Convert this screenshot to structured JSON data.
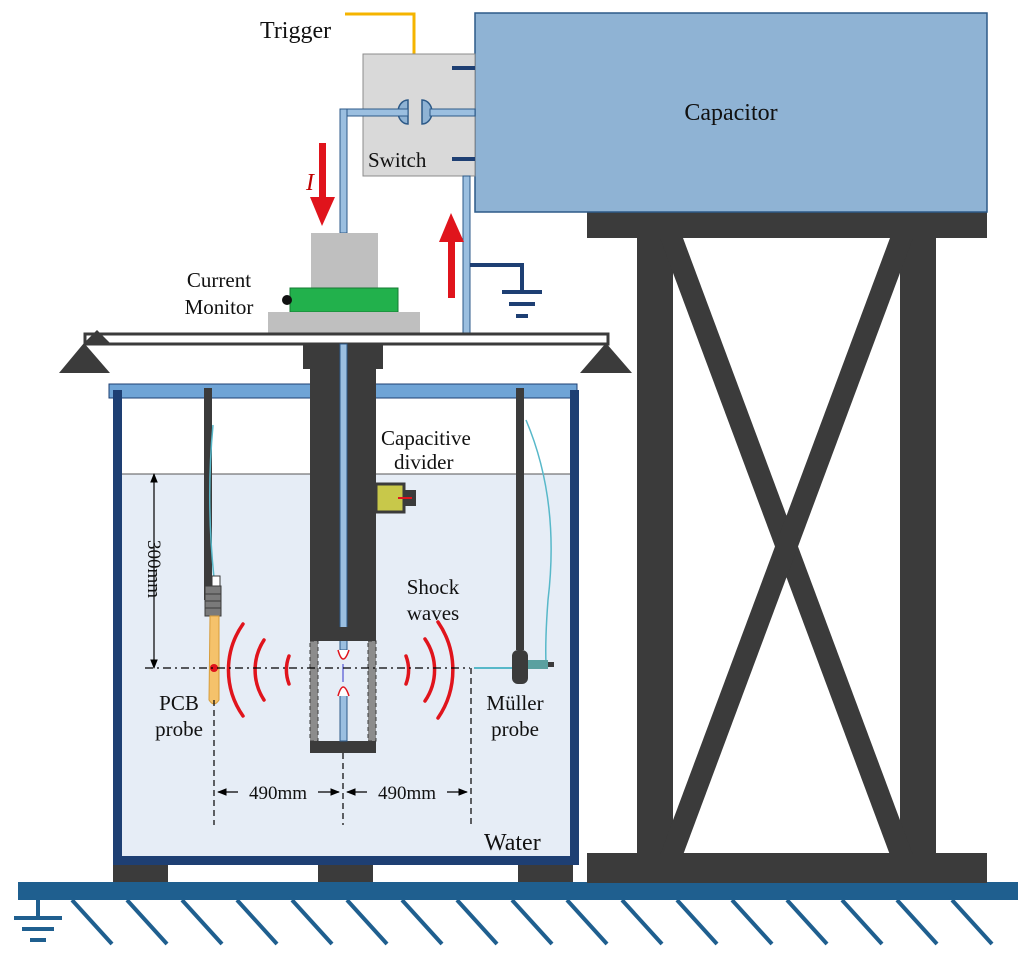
{
  "labels": {
    "trigger": "Trigger",
    "capacitor": "Capacitor",
    "switch": "Switch",
    "current_symbol": "I",
    "current_monitor_line1": "Current",
    "current_monitor_line2": "Monitor",
    "capacitive_divider_line1": "Capacitive",
    "capacitive_divider_line2": "divider",
    "depth": "300mm",
    "shock_waves_line1": "Shock",
    "shock_waves_line2": "waves",
    "pcb_probe_line1": "PCB",
    "pcb_probe_line2": "probe",
    "muller_probe_line1": "Müller",
    "muller_probe_line2": "probe",
    "distance_left": "490mm",
    "distance_right": "490mm",
    "water": "Water"
  },
  "colors": {
    "capacitor_fill": "#8fb3d4",
    "water_fill": "#e6edf6",
    "tank_outline": "#1e3f73",
    "frame": "#3b3b3b",
    "ground_bar": "#1f5f8f",
    "conductor": "#9bbfe0",
    "trigger_line": "#f5b400",
    "arrow_red": "#e0141c",
    "shock_wave": "#e0141c",
    "monitor_green": "#22b14c",
    "switch_box": "#d9d9d9"
  },
  "icons": {
    "ground_symbol": "ground-icon",
    "current_arrow": "arrow-icon"
  }
}
